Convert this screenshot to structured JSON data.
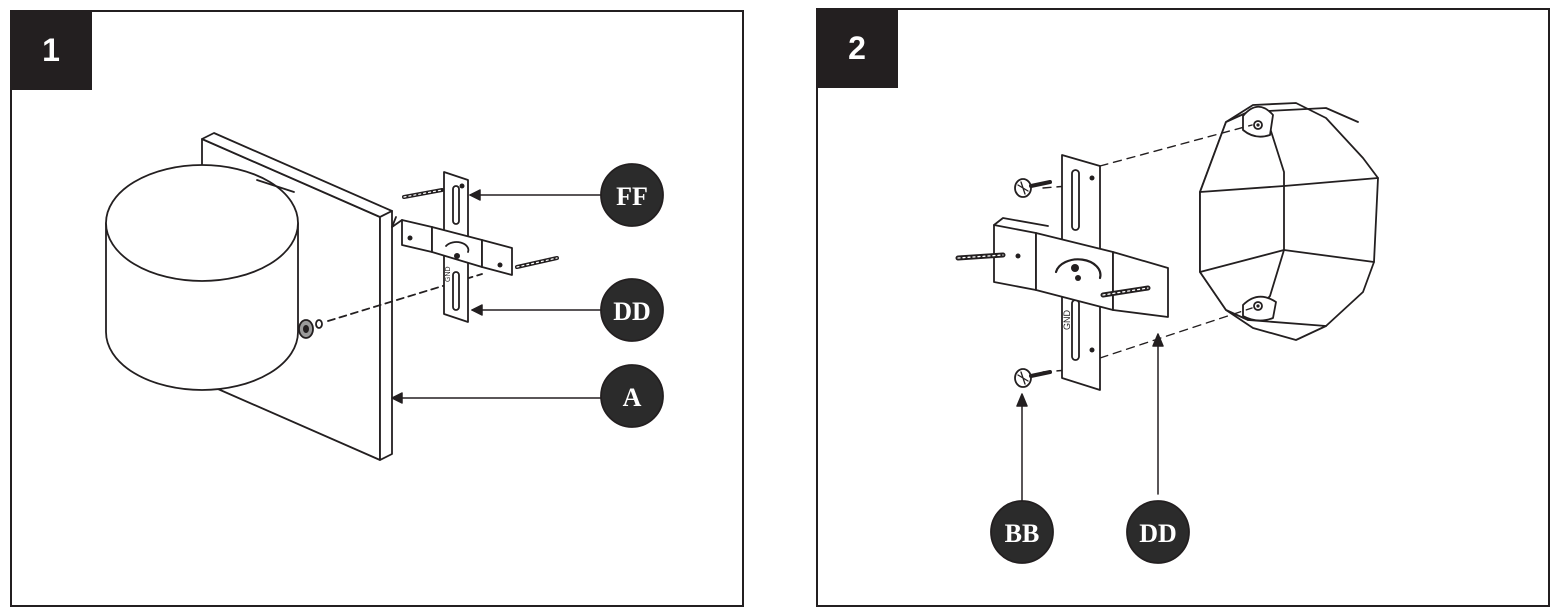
{
  "steps": [
    {
      "number": "1",
      "callouts": {
        "ff": "FF",
        "dd": "DD",
        "a": "A"
      },
      "gnd_label": "GND"
    },
    {
      "number": "2",
      "callouts": {
        "bb": "BB",
        "dd": "DD"
      },
      "gnd_label": "GND"
    }
  ],
  "colors": {
    "ink": "#231f20",
    "callout_fill": "#2b2b2b",
    "paper": "#ffffff"
  }
}
